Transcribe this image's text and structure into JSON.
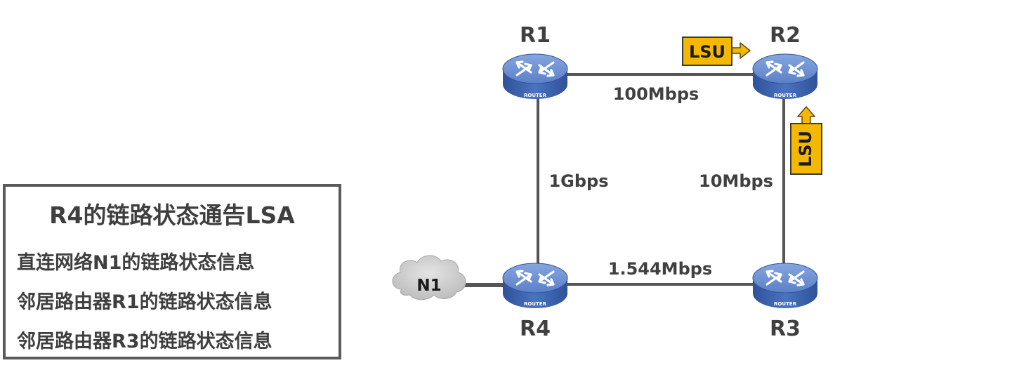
{
  "lsa_box": {
    "title": "R4的链路状态通告LSA",
    "items": [
      "直连网络N1的链路状态信息",
      "邻居路由器R1的链路状态信息",
      "邻居路由器R3的链路状态信息"
    ]
  },
  "routers": [
    {
      "id": "r1",
      "name": "R1",
      "tag": "ROUTER"
    },
    {
      "id": "r2",
      "name": "R2",
      "tag": "ROUTER"
    },
    {
      "id": "r3",
      "name": "R3",
      "tag": "ROUTER"
    },
    {
      "id": "r4",
      "name": "R4",
      "tag": "ROUTER"
    }
  ],
  "links": [
    {
      "id": "r1-r2",
      "from": "R1",
      "to": "R2",
      "label": "100Mbps"
    },
    {
      "id": "r2-r3",
      "from": "R2",
      "to": "R3",
      "label": "10Mbps"
    },
    {
      "id": "r1-r4",
      "from": "R1",
      "to": "R4",
      "label": "1Gbps"
    },
    {
      "id": "r4-r3",
      "from": "R4",
      "to": "R3",
      "label": "1.544Mbps"
    },
    {
      "id": "n1-r4",
      "from": "N1",
      "to": "R4",
      "label": ""
    }
  ],
  "network": {
    "name": "N1"
  },
  "lsu_packets": [
    {
      "id": "lsu-from-r1",
      "text": "LSU",
      "direction": "right"
    },
    {
      "id": "lsu-from-r3",
      "text": "LSU",
      "direction": "up"
    }
  ],
  "colors": {
    "router_body": "#3d66b3",
    "router_top": "#6f93d6",
    "lsu_fill": "#f5b800",
    "link": "#555555",
    "cloud": "#c9c9c9",
    "box_border": "#5a5a5a",
    "text": "#3f3f3f"
  }
}
